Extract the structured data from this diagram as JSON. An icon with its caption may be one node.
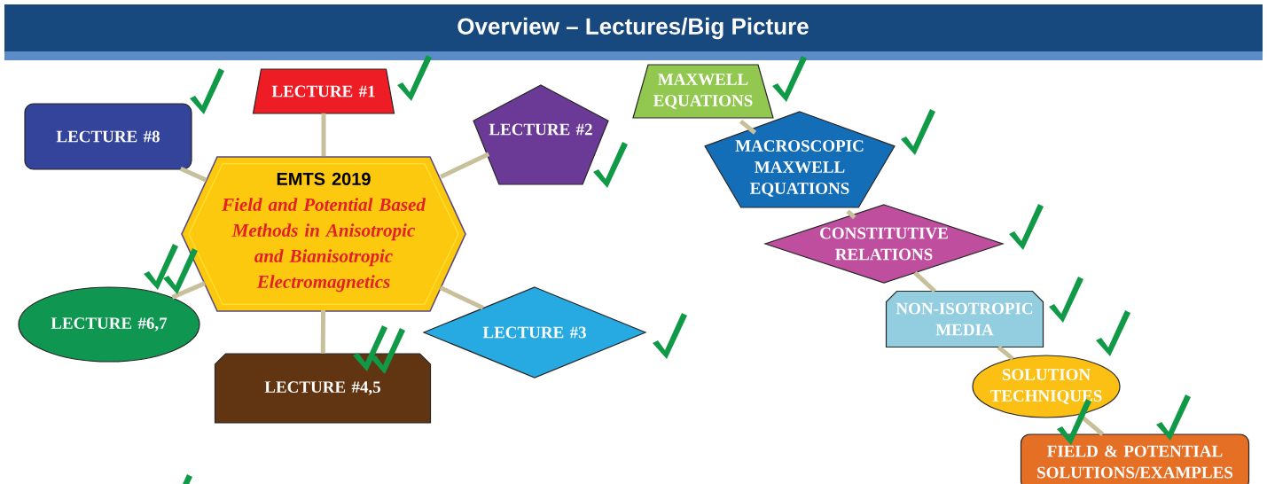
{
  "diagram": {
    "title": "Overview – Lectures/Big Picture",
    "nodes": [
      {
        "text": [
          "EMTS 2019",
          "Field and Potential Based Methods in Anisotropic and Bianisotropic Electromagnetics"
        ]
      },
      {
        "text": [
          "LECTURE #1"
        ]
      },
      {
        "text": [
          "LECTURE #2"
        ]
      },
      {
        "text": [
          "LECTURE #3"
        ]
      },
      {
        "text": [
          "LECTURE #4,5"
        ]
      },
      {
        "text": [
          "LECTURE #6,7"
        ]
      },
      {
        "text": [
          "LECTURE #8"
        ]
      },
      {
        "text": [
          "MAXWELL EQUATIONS"
        ]
      },
      {
        "text": [
          "MACROSCOPIC MAXWELL EQUATIONS"
        ]
      },
      {
        "text": [
          "CONSTITUTIVE RELATIONS"
        ]
      },
      {
        "text": [
          "NON-ISOTROPIC MEDIA"
        ]
      },
      {
        "text": [
          "SOLUTION TECHNIQUES"
        ]
      },
      {
        "text": [
          "FIELD & POTENTIAL SOLUTIONS/EXAMPLES"
        ]
      }
    ],
    "edges": [
      {
        "from": 0,
        "to": 1,
        "arrow": "none"
      },
      {
        "from": 0,
        "to": 2,
        "arrow": "none"
      },
      {
        "from": 0,
        "to": 3,
        "arrow": "none"
      },
      {
        "from": 0,
        "to": 4,
        "arrow": "none"
      },
      {
        "from": 0,
        "to": 5,
        "arrow": "none"
      },
      {
        "from": 0,
        "to": 6,
        "arrow": "none"
      },
      {
        "from": 7,
        "to": 8,
        "arrow": "none"
      },
      {
        "from": 8,
        "to": 9,
        "arrow": "none"
      },
      {
        "from": 9,
        "to": 10,
        "arrow": "none"
      },
      {
        "from": 10,
        "to": 11,
        "arrow": "none"
      },
      {
        "from": 11,
        "to": 12,
        "arrow": "none"
      }
    ]
  }
}
